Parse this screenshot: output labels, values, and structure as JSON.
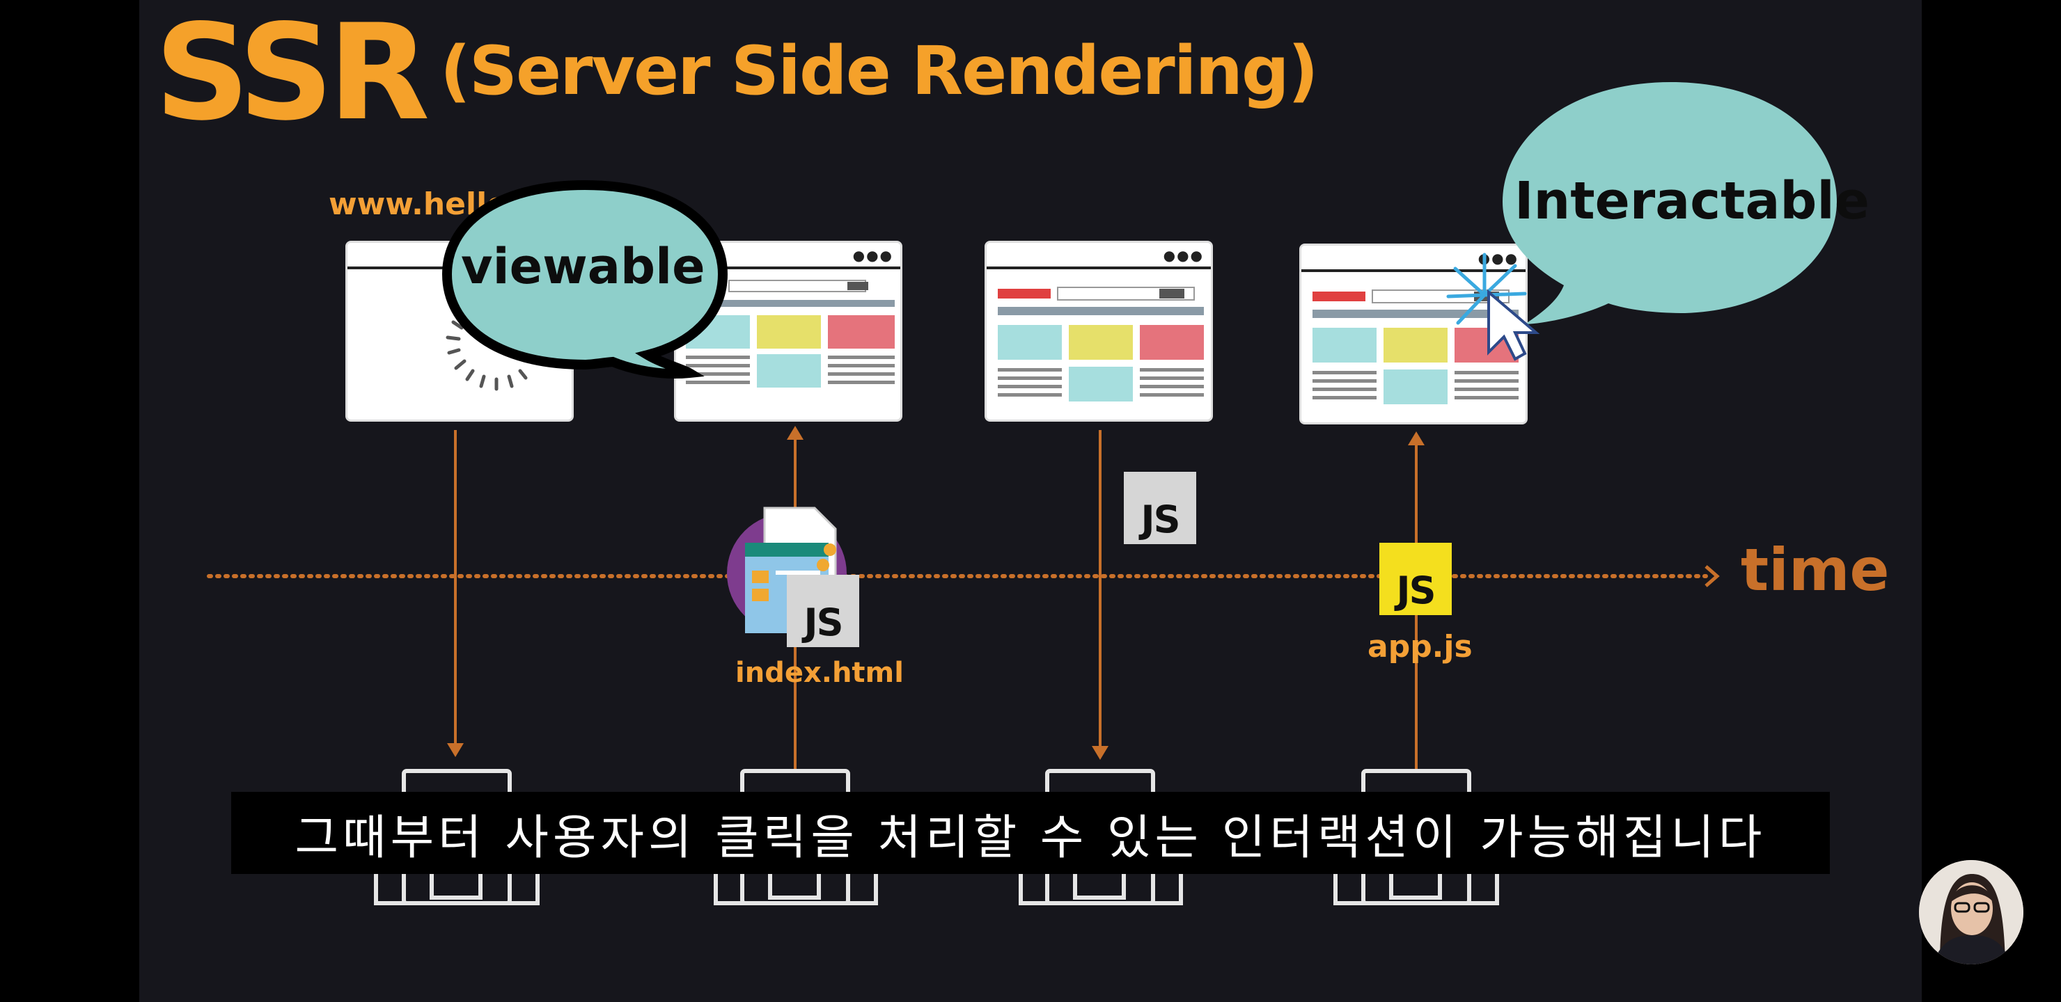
{
  "slide": {
    "title_main": "SSR",
    "title_sub": "(Server Side Rendering)",
    "url_label": "www.hello",
    "bubble_viewable": "viewable",
    "bubble_interactable": "Interactable",
    "time_label": "time",
    "index_label": "index.html",
    "app_label": "app.js",
    "js_label": "JS"
  },
  "subtitle": {
    "text": "그때부터 사용자의 클릭을 처리할 수 있는 인터랙션이 가능해집니다"
  },
  "colors": {
    "accent": "#f5a12a",
    "arrow": "#c8702a",
    "bubble": "#8ecfca",
    "red_block": "#e5737c",
    "yellow_block": "#e6e06a",
    "cyan_block": "#a6dede",
    "js_yellow": "#f4df1e",
    "js_gray": "#d6d6d6"
  }
}
